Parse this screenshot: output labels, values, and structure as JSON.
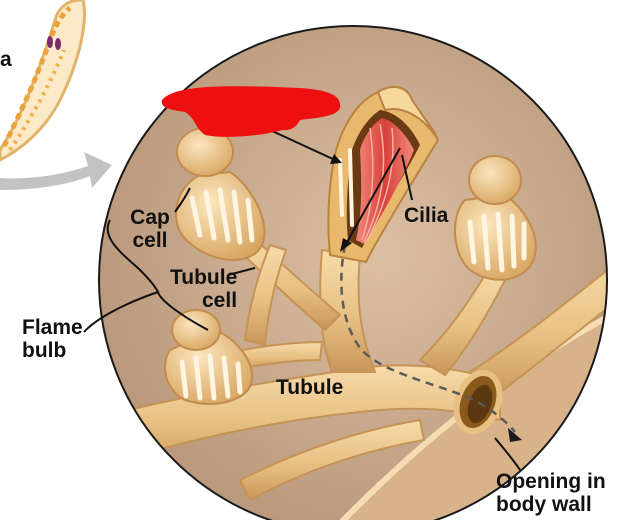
{
  "labels": {
    "cap": [
      "Cap",
      "cell"
    ],
    "tubule_cell": [
      "Tubule",
      "cell"
    ],
    "flame_bulb": [
      "Flame",
      "bulb"
    ],
    "cilia": "Cilia",
    "tubule": "Tubule",
    "opening": [
      "Opening in",
      "body wall"
    ],
    "cut_off": "a"
  },
  "colors": {
    "tissue_bg": "#c9a98a",
    "tubule": "#edc88f",
    "tubule_shade": "#d3a565",
    "cell_light": "#f8e2b6",
    "cilia": "#d8403a",
    "redaction": "#ee1010",
    "arrow_gray": "#bdbdbd"
  }
}
